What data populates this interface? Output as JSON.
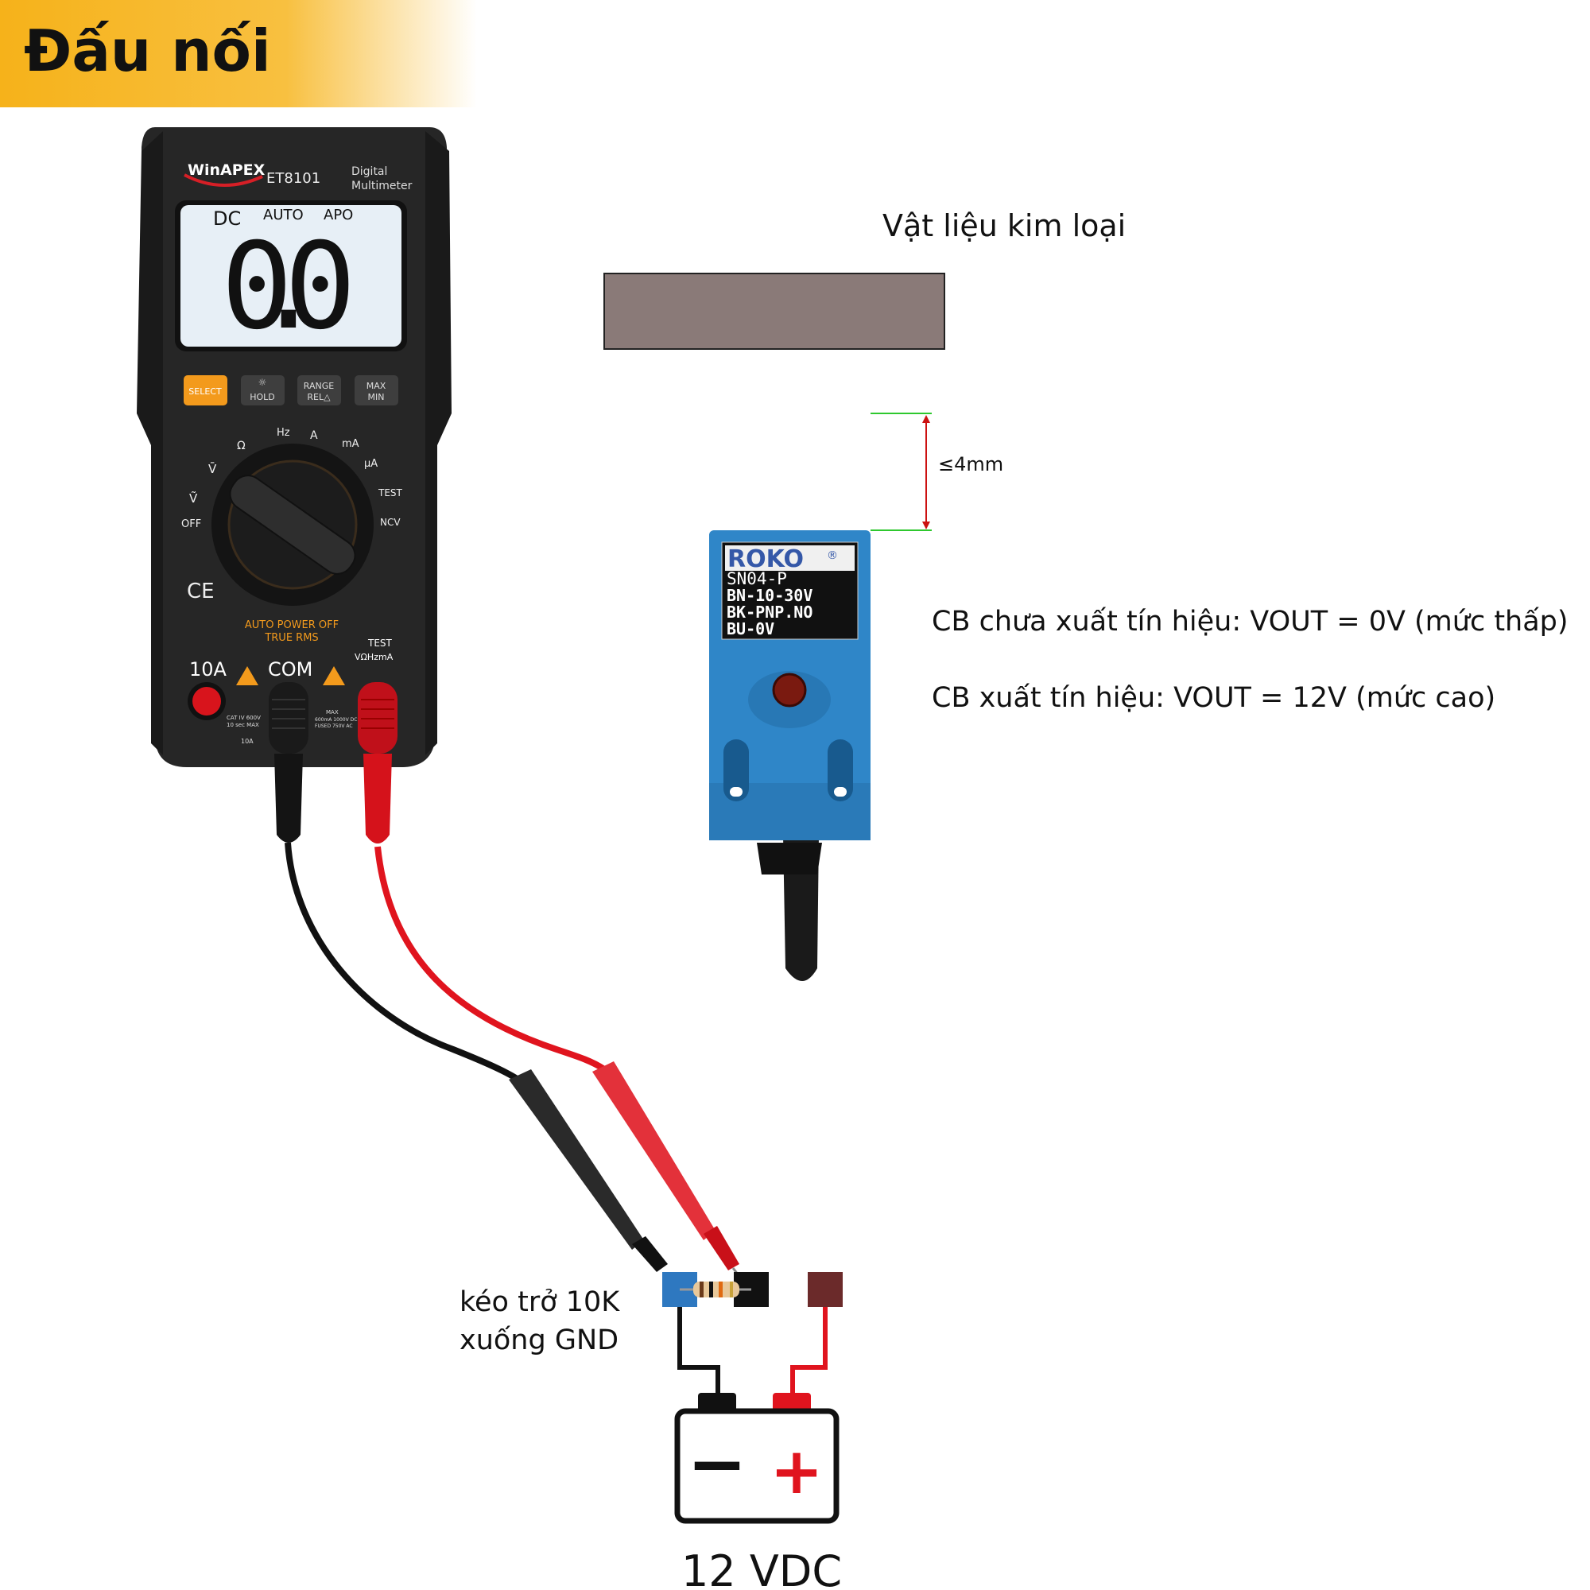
{
  "title": "Đấu nối",
  "meter": {
    "brand": "WinAPEX",
    "model": "ET8101",
    "desc_line1": "Digital",
    "desc_line2": "Multimeter",
    "lcd_dc": "DC",
    "lcd_auto": "AUTO",
    "lcd_apo": "APO",
    "reading": "0.0",
    "btn_select": "SELECT",
    "btn_hold": "HOLD",
    "btn_range_1": "RANGE",
    "btn_range_2": "REL△",
    "btn_max_1": "MAX",
    "btn_max_2": "MIN",
    "dial_off": "OFF",
    "dial_v_ac": "Ṽ",
    "dial_v_dc": "V̄",
    "dial_ohm": "Ω",
    "dial_hz": "Hz",
    "dial_a": "A",
    "dial_ma": "mA",
    "dial_ua": "µA",
    "dial_test": "TEST",
    "dial_ncv": "NCV",
    "ce": "CE",
    "auto_power_off": "AUTO POWER OFF",
    "true_rms": "TRUE RMS",
    "jack_10a": "10A",
    "jack_com": "COM",
    "jack_test": "TEST",
    "jack_vohm": "VΩHzmA",
    "jack_small": "CAT IV 600V",
    "jack_small2": "10 sec MAX",
    "jack_max": "MAX",
    "jack_max2": "600mA 1000V DC",
    "jack_max3": "FUSED 750V AC",
    "jack_10a_bottom": "10A"
  },
  "metal_label": "Vật liệu kim loại",
  "gap_label": "≤4mm",
  "sensor": {
    "brand": "ROKO",
    "reg": "®",
    "model": "SN04-P",
    "line1": "BN-10-30V",
    "line2": "BK-PNP.NO",
    "line3": "BU-0V"
  },
  "state_low": "CB chưa xuất tín hiệu: VOUT = 0V (mức thấp)",
  "state_high": "CB xuất tín hiệu: VOUT = 12V (mức cao)",
  "pulldown_line1": "kéo trở 10K",
  "pulldown_line2": "xuống GND",
  "battery": {
    "minus": "−",
    "plus": "+",
    "label": "12 VDC"
  },
  "colors": {
    "accent": "#f6b21a",
    "meter_body": "#2b2b2b",
    "lcd": "#e6eef5",
    "sensor_blue": "#2f86c8",
    "metal": "#8a7a78",
    "wire_red": "#e0141e",
    "wire_black": "#111111",
    "term_blue": "#2e78c0",
    "term_brown": "#6b2a2a"
  }
}
